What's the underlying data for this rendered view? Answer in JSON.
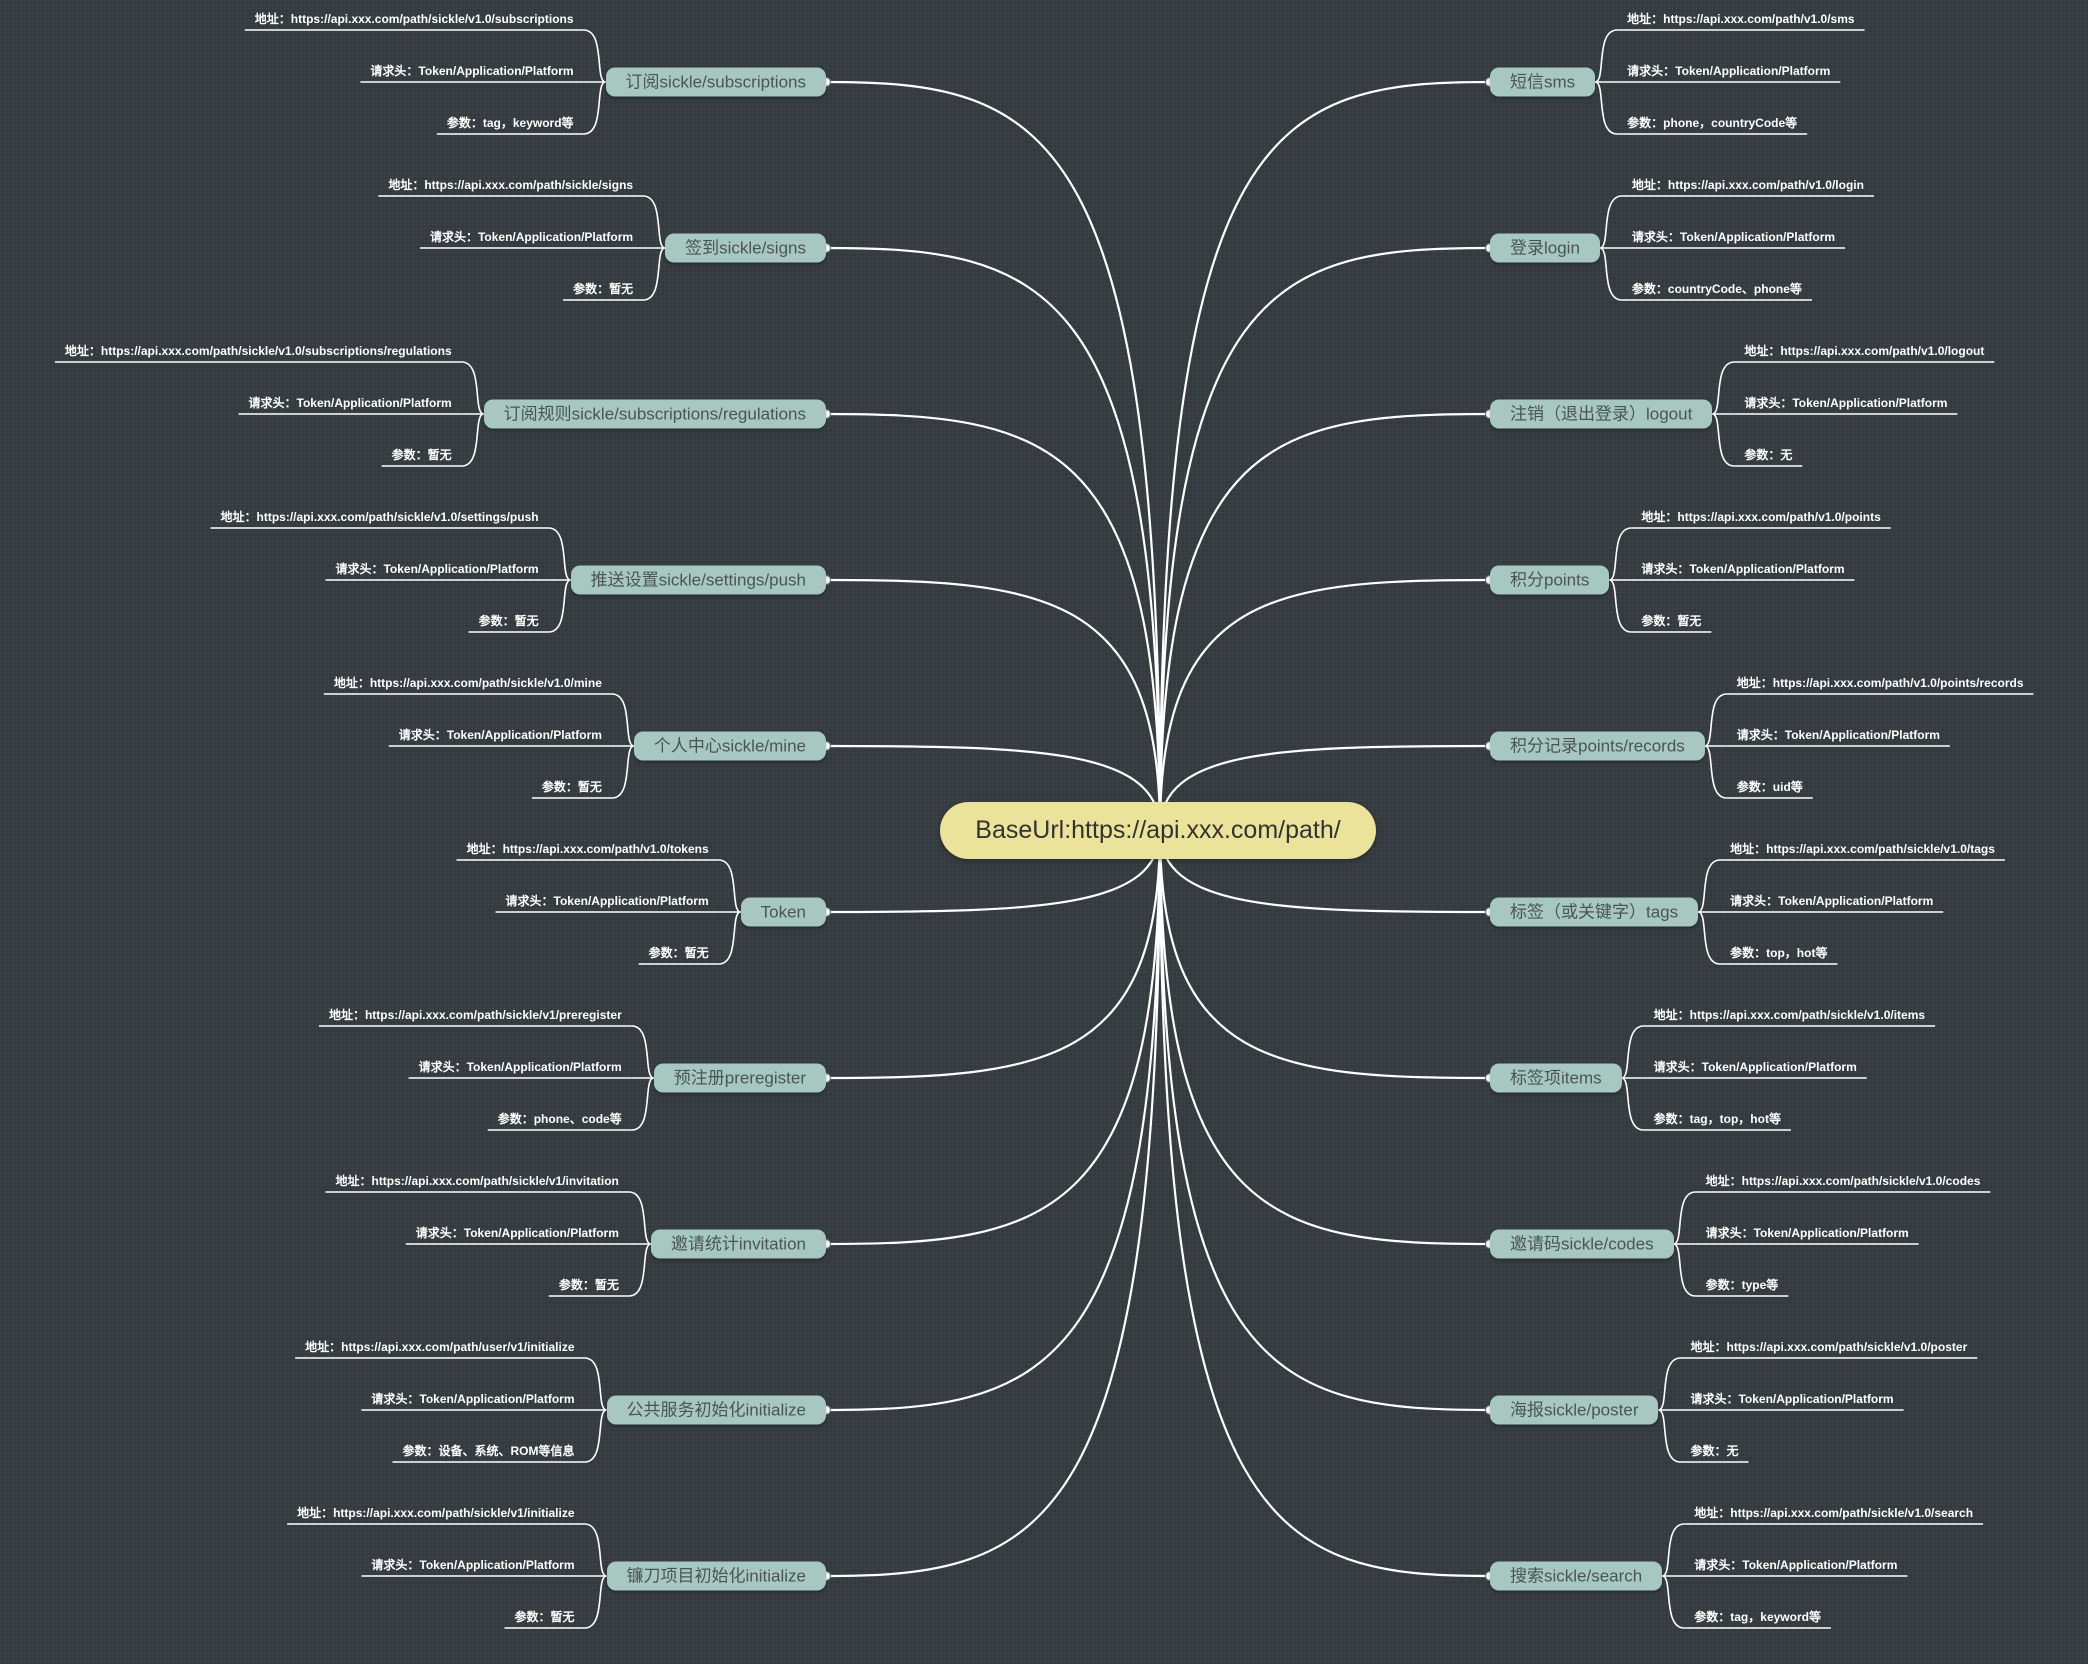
{
  "root": {
    "label": "BaseUrl:https://api.xxx.com/path/"
  },
  "left": [
    {
      "label": "订阅sickle/subscriptions",
      "children": [
        "地址：https://api.xxx.com/path/sickle/v1.0/subscriptions",
        "请求头：Token/Application/Platform",
        "参数：tag，keyword等"
      ]
    },
    {
      "label": "签到sickle/signs",
      "children": [
        "地址：https://api.xxx.com/path/sickle/signs",
        "请求头：Token/Application/Platform",
        "参数：暂无"
      ]
    },
    {
      "label": "订阅规则sickle/subscriptions/regulations",
      "children": [
        "地址：https://api.xxx.com/path/sickle/v1.0/subscriptions/regulations",
        "请求头：Token/Application/Platform",
        "参数：暂无"
      ]
    },
    {
      "label": "推送设置sickle/settings/push",
      "children": [
        "地址：https://api.xxx.com/path/sickle/v1.0/settings/push",
        "请求头：Token/Application/Platform",
        "参数：暂无"
      ]
    },
    {
      "label": "个人中心sickle/mine",
      "children": [
        "地址：https://api.xxx.com/path/sickle/v1.0/mine",
        "请求头：Token/Application/Platform",
        "参数：暂无"
      ]
    },
    {
      "label": "Token",
      "children": [
        "地址：https://api.xxx.com/path/v1.0/tokens",
        "请求头：Token/Application/Platform",
        "参数：暂无"
      ]
    },
    {
      "label": "预注册preregister",
      "children": [
        "地址：https://api.xxx.com/path/sickle/v1/preregister",
        "请求头：Token/Application/Platform",
        "参数：phone、code等"
      ]
    },
    {
      "label": "邀请统计invitation",
      "children": [
        "地址：https://api.xxx.com/path/sickle/v1/invitation",
        "请求头：Token/Application/Platform",
        "参数：暂无"
      ]
    },
    {
      "label": "公共服务初始化initialize",
      "children": [
        "地址：https://api.xxx.com/path/user/v1/initialize",
        "请求头：Token/Application/Platform",
        "参数：设备、系统、ROM等信息"
      ]
    },
    {
      "label": "镰刀项目初始化initialize",
      "children": [
        "地址：https://api.xxx.com/path/sickle/v1/initialize",
        "请求头：Token/Application/Platform",
        "参数：暂无"
      ]
    }
  ],
  "right": [
    {
      "label": "短信sms",
      "children": [
        "地址：https://api.xxx.com/path/v1.0/sms",
        "请求头：Token/Application/Platform",
        "参数：phone，countryCode等"
      ]
    },
    {
      "label": "登录login",
      "children": [
        "地址：https://api.xxx.com/path/v1.0/login",
        "请求头：Token/Application/Platform",
        "参数：countryCode、phone等"
      ]
    },
    {
      "label": "注销（退出登录）logout",
      "children": [
        "地址：https://api.xxx.com/path/v1.0/logout",
        "请求头：Token/Application/Platform",
        "参数：无"
      ]
    },
    {
      "label": "积分points",
      "children": [
        "地址：https://api.xxx.com/path/v1.0/points",
        "请求头：Token/Application/Platform",
        "参数：暂无"
      ]
    },
    {
      "label": "积分记录points/records",
      "children": [
        "地址：https://api.xxx.com/path/v1.0/points/records",
        "请求头：Token/Application/Platform",
        "参数：uid等"
      ]
    },
    {
      "label": "标签（或关键字）tags",
      "children": [
        "地址：https://api.xxx.com/path/sickle/v1.0/tags",
        "请求头：Token/Application/Platform",
        "参数：top，hot等"
      ]
    },
    {
      "label": "标签项items",
      "children": [
        "地址：https://api.xxx.com/path/sickle/v1.0/items",
        "请求头：Token/Application/Platform",
        "参数：tag，top，hot等"
      ]
    },
    {
      "label": "邀请码sickle/codes",
      "children": [
        "地址：https://api.xxx.com/path/sickle/v1.0/codes",
        "请求头：Token/Application/Platform",
        "参数：type等"
      ]
    },
    {
      "label": "海报sickle/poster",
      "children": [
        "地址：https://api.xxx.com/path/sickle/v1.0/poster",
        "请求头：Token/Application/Platform",
        "参数：无"
      ]
    },
    {
      "label": "搜索sickle/search",
      "children": [
        "地址：https://api.xxx.com/path/sickle/v1.0/search",
        "请求头：Token/Application/Platform",
        "参数：tag，keyword等"
      ]
    }
  ],
  "colors": {
    "background": "#343b40",
    "root_fill": "#ebe39a",
    "node_fill": "#a7c8c0",
    "line": "#ffffff"
  }
}
